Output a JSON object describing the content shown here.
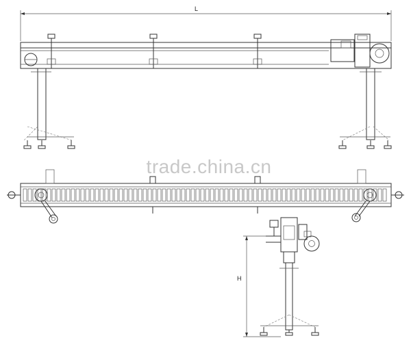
{
  "drawing": {
    "length_label": "L",
    "height_label": "H"
  },
  "watermark": {
    "text": "trade.china.cn"
  }
}
